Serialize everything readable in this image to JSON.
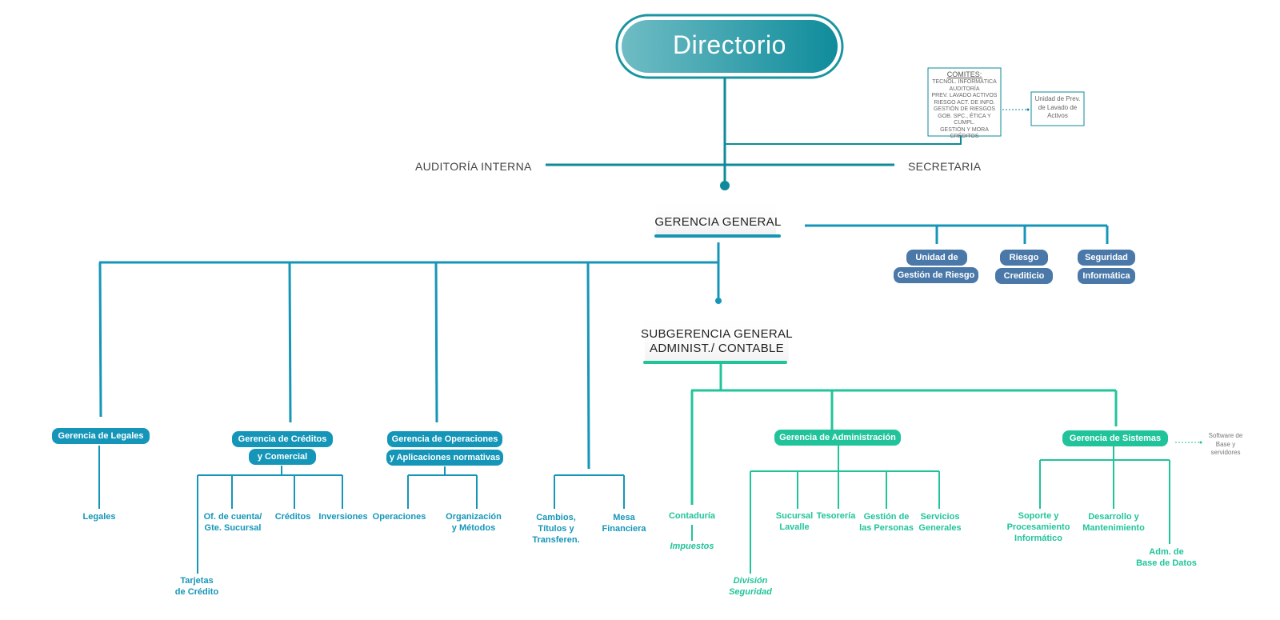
{
  "directorio": "Directorio",
  "auditoria": "AUDITORÍA INTERNA",
  "secretaria": "SECRETARIA",
  "comites": {
    "title": "COMITES:",
    "items": [
      "TECNOL. INFORMÁTICA",
      "AUDITORÍA",
      "PREV. LAVADO ACTIVOS",
      "RIESGO ACT. DE INFO.",
      "GESTIÓN DE RIESGOS",
      "GOB. SPC., ÉTICA Y CUMPL.",
      "GESTIÓN Y MORA",
      "CRÉDITOS"
    ]
  },
  "unidad_prev": [
    "Unidad de Prev.",
    "de Lavado de",
    "Activos"
  ],
  "gerencia_general": "GERENCIA GENERAL",
  "units": [
    {
      "l1": "Unidad de",
      "l2": "Gestión de Riesgo"
    },
    {
      "l1": "Riesgo",
      "l2": "Crediticio"
    },
    {
      "l1": "Seguridad",
      "l2": "Informática"
    }
  ],
  "subgerencia": [
    "SUBGERENCIA GENERAL",
    "ADMINIST./ CONTABLE"
  ],
  "legales": {
    "pill": "Gerencia de Legales",
    "child": "Legales"
  },
  "creditos": {
    "pill1": "Gerencia  de Créditos",
    "pill2": "y Comercial",
    "children": {
      "cuenta": [
        "Of. de cuenta/",
        "Gte. Sucursal"
      ],
      "creditos": "Créditos",
      "inversiones": "Inversiones",
      "tarjetas": [
        "Tarjetas",
        "de Crédito"
      ]
    }
  },
  "operaciones": {
    "pill1": "Gerencia de Operaciones",
    "pill2": "y Aplicaciones normativas",
    "children": {
      "operaciones": "Operaciones",
      "organizacion": [
        "Organización",
        "y Métodos"
      ]
    }
  },
  "cambios": [
    "Cambios,",
    "Títulos y",
    "Transferen."
  ],
  "mesa": [
    "Mesa",
    "Financiera"
  ],
  "contaduria": "Contaduría",
  "impuestos": "Impuestos",
  "administracion": {
    "pill": "Gerencia de Administración",
    "children": {
      "division": [
        "División",
        "Seguridad"
      ],
      "sucursal": [
        "Sucursal",
        "Lavalle"
      ],
      "tesoreria": "Tesorería",
      "gestion": [
        "Gestión de",
        "las Personas"
      ],
      "servicios": [
        "Servicios",
        "Generales"
      ]
    }
  },
  "sistemas": {
    "pill": "Gerencia de Sistemas",
    "software": [
      "Software de",
      "Base y",
      "servidores"
    ],
    "children": {
      "soporte": [
        "Soporte y",
        "Procesamiento",
        "Informático"
      ],
      "desarrollo": [
        "Desarrollo y",
        "Mantenimiento"
      ],
      "adm": [
        "Adm. de",
        "Base de Datos"
      ]
    }
  },
  "colors": {
    "teal": "#0e8a9a",
    "blue": "#1596b8",
    "green": "#21c49a",
    "navy": "#4a78a8"
  }
}
